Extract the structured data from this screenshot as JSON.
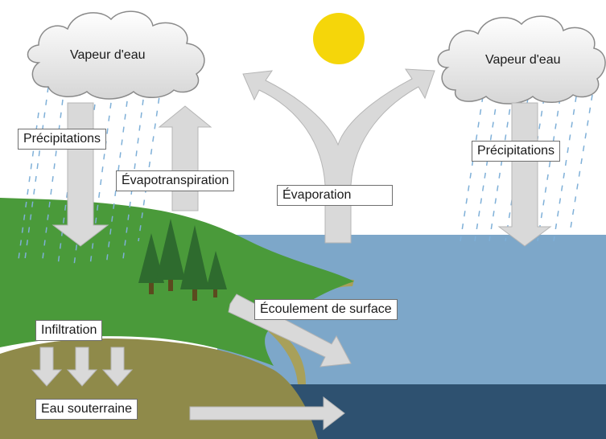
{
  "labels": {
    "cloud_left": "Vapeur d'eau",
    "cloud_right": "Vapeur d'eau",
    "precip_left": "Précipitations",
    "precip_right": "Précipitations",
    "evapotranspiration": "Évapotranspiration",
    "evaporation": "Évaporation",
    "runoff": "Écoulement de surface",
    "infiltration": "Infiltration",
    "groundwater": "Eau souterraine"
  },
  "colors": {
    "sky": "#ffffff",
    "sun": "#f5d60a",
    "land": "#4a9a3a",
    "soil": "#8f8a4a",
    "sea": "#7da7c9",
    "deep_sea": "#2e5170",
    "tree": "#2e6b2e",
    "arrow": "#d9d9d9",
    "rain": "#7fb0d8"
  }
}
